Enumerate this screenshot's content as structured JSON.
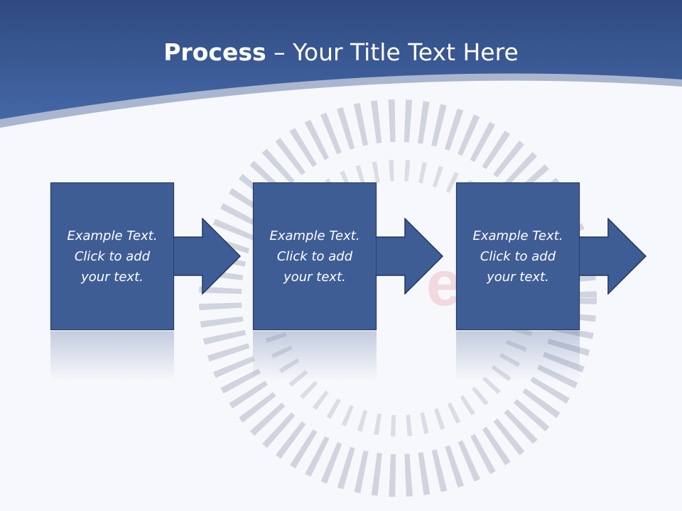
{
  "title": {
    "bold": "Process",
    "rest": "– Your Title Text Here"
  },
  "steps": [
    {
      "line1": "Example Text.",
      "line2": "Click  to add",
      "line3": "your text."
    },
    {
      "line1": "Example Text.",
      "line2": "Click  to add",
      "line3": "your text."
    },
    {
      "line1": "Example Text.",
      "line2": "Click  to add",
      "line3": "your text."
    }
  ],
  "colors": {
    "header": "#3b5998",
    "box": "#3f5d95",
    "background": "#f7f8fc",
    "watermark_red": "#e8a0ab"
  },
  "background_image": "circle-of-people-photo-icon"
}
